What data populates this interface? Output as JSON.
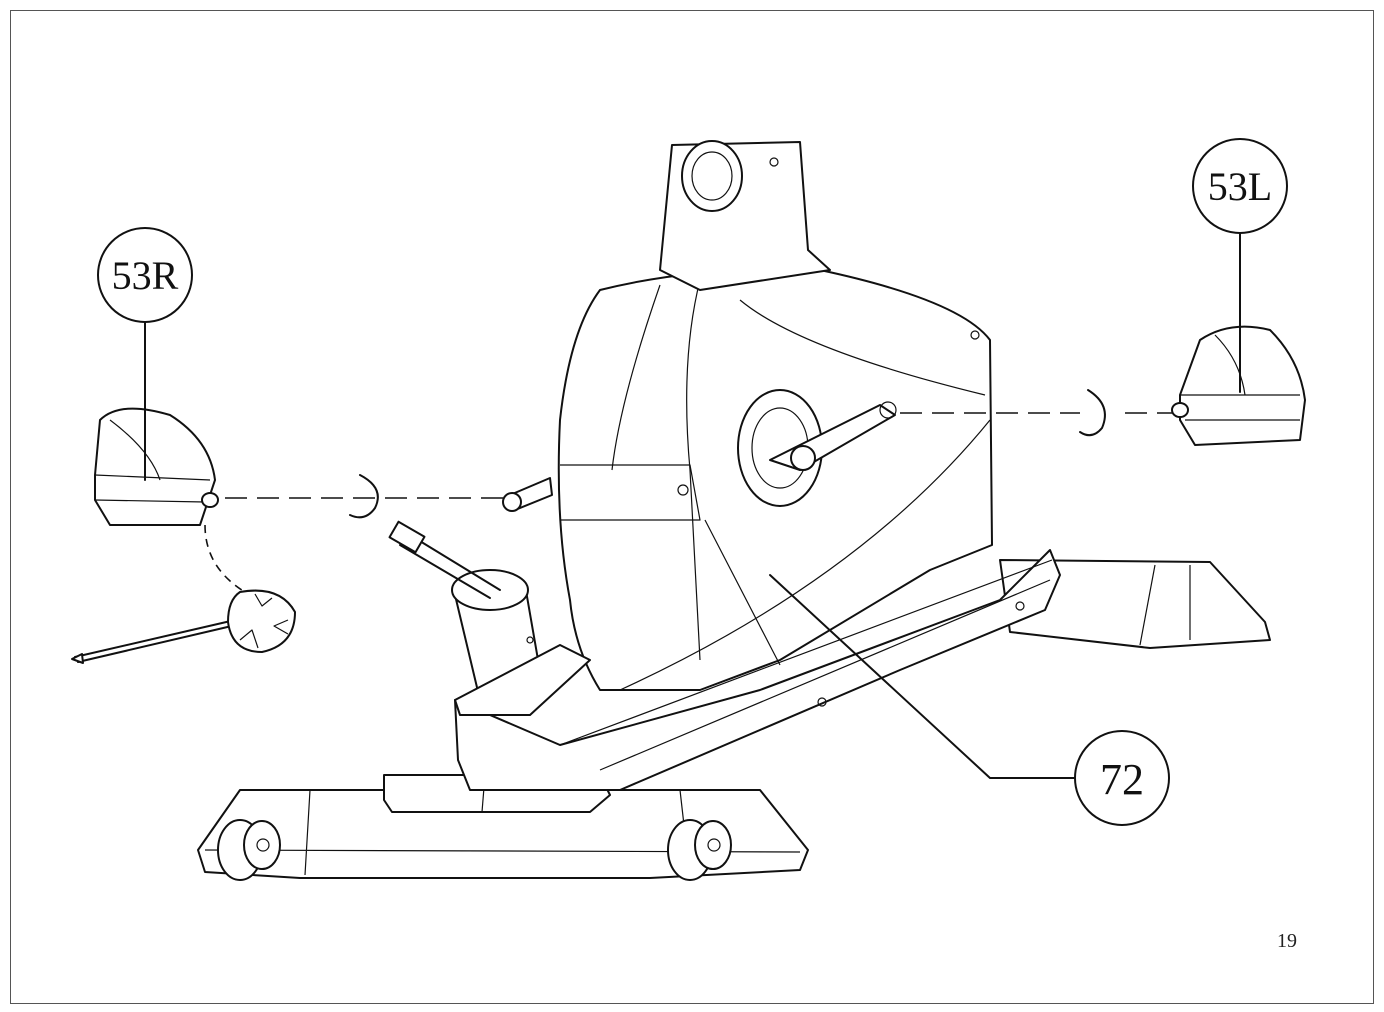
{
  "callouts": {
    "right_pedal": "53R",
    "left_pedal": "53L",
    "main_frame": "72"
  },
  "page_number": "19",
  "colors": {
    "line": "#111111",
    "background": "#ffffff",
    "frame": "#555555"
  }
}
